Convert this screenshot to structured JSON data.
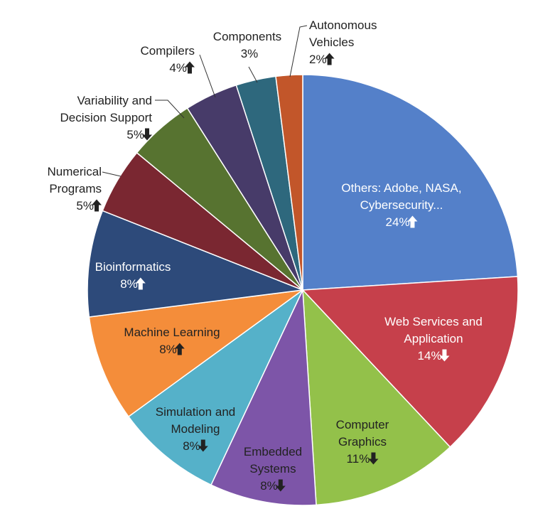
{
  "chart_data": {
    "type": "pie",
    "slices": [
      {
        "label": [
          "Others: Adobe, NASA,",
          "Cybersecurity..."
        ],
        "value": 24,
        "pct": "24%",
        "trend": "up",
        "color": "#5480C9",
        "label_color": "#ffffff"
      },
      {
        "label": [
          "Web Services and",
          "Application"
        ],
        "value": 14,
        "pct": "14%",
        "trend": "down",
        "color": "#C6404B",
        "label_color": "#ffffff"
      },
      {
        "label": [
          "Computer",
          "Graphics"
        ],
        "value": 11,
        "pct": "11%",
        "trend": "down",
        "color": "#93C14A",
        "label_color": "#222222"
      },
      {
        "label": [
          "Embedded",
          "Systems"
        ],
        "value": 8,
        "pct": "8%",
        "trend": "down",
        "color": "#7D55A8",
        "label_color": "#222222"
      },
      {
        "label": [
          "Simulation and",
          "Modeling"
        ],
        "value": 8,
        "pct": "8%",
        "trend": "down",
        "color": "#55B1C9",
        "label_color": "#222222"
      },
      {
        "label": [
          "Machine Learning"
        ],
        "value": 8,
        "pct": "8%",
        "trend": "up",
        "color": "#F48D3A",
        "label_color": "#222222"
      },
      {
        "label": [
          "Bioinformatics"
        ],
        "value": 8,
        "pct": "8%",
        "trend": "up",
        "color": "#2D4A7A",
        "label_color": "#ffffff"
      },
      {
        "label": [
          "Numerical",
          "Programs"
        ],
        "value": 5,
        "pct": "5%",
        "trend": "up",
        "color": "#7A2731",
        "label_color": "#222222"
      },
      {
        "label": [
          "Variability and",
          "Decision Support"
        ],
        "value": 5,
        "pct": "5%",
        "trend": "down",
        "color": "#577330",
        "label_color": "#222222"
      },
      {
        "label": [
          "Compilers"
        ],
        "value": 4,
        "pct": "4%",
        "trend": "up",
        "color": "#473B69",
        "label_color": "#222222"
      },
      {
        "label": [
          "Components"
        ],
        "value": 3,
        "pct": "3%",
        "trend": "none",
        "color": "#2E687D",
        "label_color": "#222222"
      },
      {
        "label": [
          "Autonomous",
          "Vehicles"
        ],
        "value": 2,
        "pct": "2%",
        "trend": "up",
        "color": "#C2562A",
        "label_color": "#222222"
      }
    ]
  }
}
